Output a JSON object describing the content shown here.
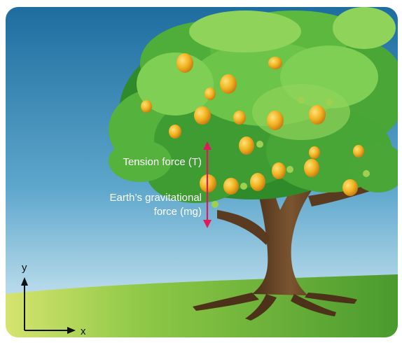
{
  "labels": {
    "tension": "Tension force (T)",
    "gravity_line1": "Earth’s gravitational",
    "gravity_line2": "force (mg)"
  },
  "axes": {
    "x": "x",
    "y": "y"
  },
  "colors": {
    "sky_top": "#1f6fa0",
    "sky_bottom": "#d8eef7",
    "grass": "#6fb13a",
    "grass_light": "#c9de6a",
    "foliage_dark": "#2f8a2a",
    "foliage_mid": "#4fae3a",
    "foliage_light": "#8fd35a",
    "trunk": "#6b4a2a",
    "fruit": "#f1b321",
    "arrow": "#e01a5a"
  },
  "icons": {
    "arrow": "double-headed-force-arrow",
    "axes": "xy-axes-arrows"
  }
}
